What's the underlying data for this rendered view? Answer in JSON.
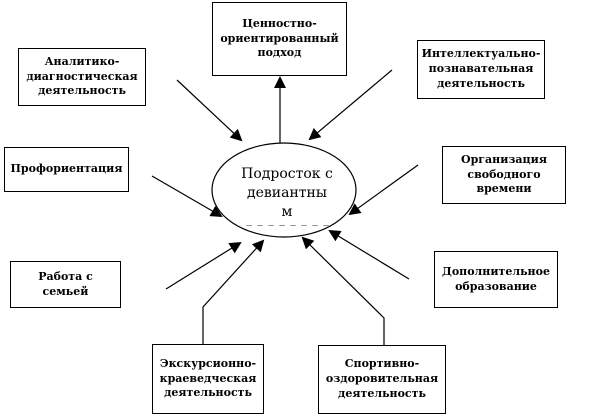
{
  "center": {
    "label": "Подросток с\nдевиантны\nм",
    "underline": "_ _ _ _ _ _ _ _"
  },
  "nodes": {
    "value_approach": "Ценностно-\nориентированный\nподход",
    "analytic": "Аналитико-\nдиагностическая\nдеятельность",
    "intellectual": "Интеллектуально-\nпознавательная\nдеятельность",
    "career": "Профориентация",
    "leisure": "Организация\nсвободного\nвремени",
    "family": "Работа с\nсемьей",
    "additional_edu": "Дополнительное\nобразование",
    "excursion": "Экскурсионно-\nкраеведческая\nдеятельность",
    "sport": "Спортивно-\nоздоровительная\nдеятельность"
  }
}
